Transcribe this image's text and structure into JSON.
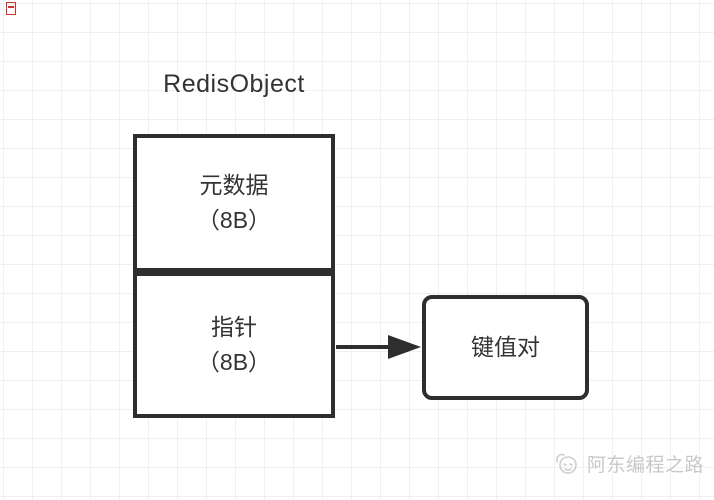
{
  "colors": {
    "background": "#ffffff",
    "grid_line": "#f0eff1",
    "node_stroke": "#2e2e2e",
    "text": "#333333",
    "watermark": "#c8c8c8",
    "red_marker": "#d0342c"
  },
  "diagram": {
    "title": "RedisObject",
    "nodes": {
      "metadata": {
        "label": "元数据",
        "size": "（8B）"
      },
      "pointer": {
        "label": "指针",
        "size": "（8B）"
      },
      "keyvalue": {
        "label": "键值对"
      }
    },
    "edges": [
      {
        "from": "pointer",
        "to": "keyvalue",
        "type": "arrow"
      }
    ]
  },
  "watermark": {
    "icon": "doodle-face-icon",
    "text": "阿东编程之路"
  }
}
